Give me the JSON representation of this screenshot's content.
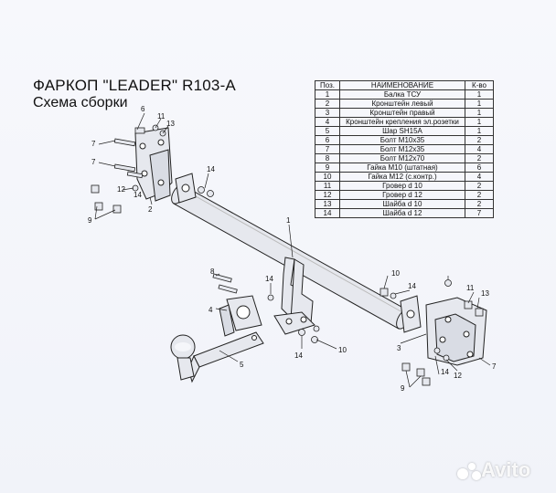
{
  "title": "ФАРКОП \"LEADER\" R103-A",
  "subtitle": "Схема сборки",
  "table": {
    "headers": [
      "Поз.",
      "НАИМЕНОВАНИЕ",
      "К-во"
    ],
    "rows": [
      {
        "pos": "1",
        "name": "Балка ТСУ",
        "qty": "1"
      },
      {
        "pos": "2",
        "name": "Кронштейн левый",
        "qty": "1"
      },
      {
        "pos": "3",
        "name": "Кронштейн правый",
        "qty": "1"
      },
      {
        "pos": "4",
        "name": "Кронштейн крепления эл.розетки",
        "qty": "1"
      },
      {
        "pos": "5",
        "name": "Шар SH15A",
        "qty": "1"
      },
      {
        "pos": "6",
        "name": "Болт М10х35",
        "qty": "2"
      },
      {
        "pos": "7",
        "name": "Болт М12х35",
        "qty": "4"
      },
      {
        "pos": "8",
        "name": "Болт М12х70",
        "qty": "2"
      },
      {
        "pos": "9",
        "name": "Гайка М10 (штатная)",
        "qty": "6"
      },
      {
        "pos": "10",
        "name": "Гайка М12 (с.контр.)",
        "qty": "4"
      },
      {
        "pos": "11",
        "name": "Гровер d 10",
        "qty": "2"
      },
      {
        "pos": "12",
        "name": "Гровер d 12",
        "qty": "2"
      },
      {
        "pos": "13",
        "name": "Шайба d 10",
        "qty": "2"
      },
      {
        "pos": "14",
        "name": "Шайба d 12",
        "qty": "7"
      }
    ]
  },
  "callouts": {
    "c1": "1",
    "c2": "2",
    "c3": "3",
    "c4": "4",
    "c5": "5",
    "c6": "6",
    "c7a": "7",
    "c7b": "7",
    "c7c": "7",
    "c8": "8",
    "c9a": "9",
    "c9b": "9",
    "c10a": "10",
    "c10b": "10",
    "c11a": "11",
    "c11b": "11",
    "c12a": "12",
    "c12b": "12",
    "c13a": "13",
    "c13b": "13",
    "c14a": "14",
    "c14b": "14",
    "c14c": "14",
    "c14d": "14",
    "c14e": "14",
    "c14f": "14"
  },
  "watermark": "Avito",
  "colors": {
    "part_fill": "#e6e8ee",
    "line": "#222222",
    "background": "#f4f6fb"
  }
}
